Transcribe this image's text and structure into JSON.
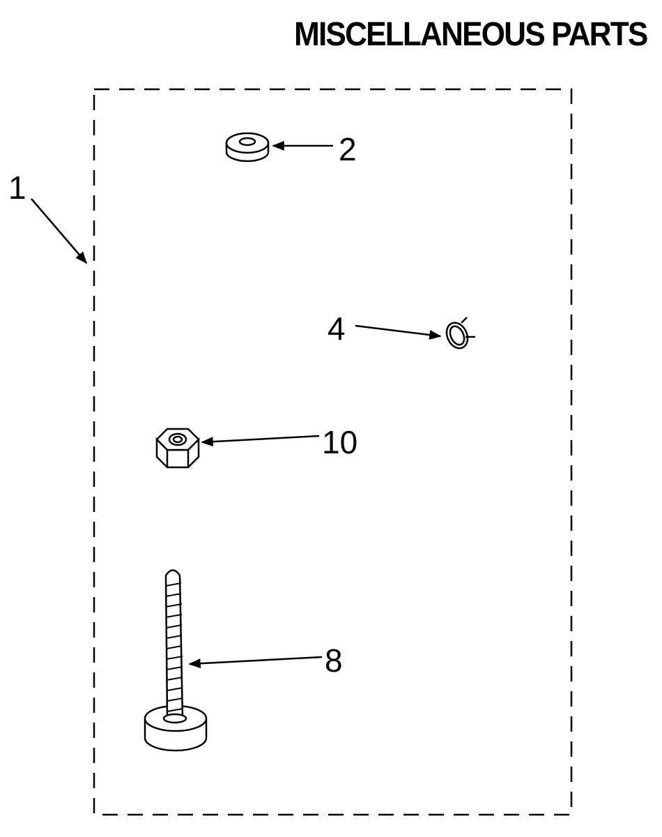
{
  "title": "MISCELLANEOUS PARTS",
  "callouts": {
    "c1": "1",
    "c2": "2",
    "c4": "4",
    "c10": "10",
    "c8": "8"
  },
  "parts": [
    {
      "callout": "1",
      "icon": "parts-kit-outline"
    },
    {
      "callout": "2",
      "icon": "washer-icon"
    },
    {
      "callout": "4",
      "icon": "clip-ring-icon"
    },
    {
      "callout": "10",
      "icon": "hex-nut-icon"
    },
    {
      "callout": "8",
      "icon": "leveling-leg-icon"
    }
  ]
}
